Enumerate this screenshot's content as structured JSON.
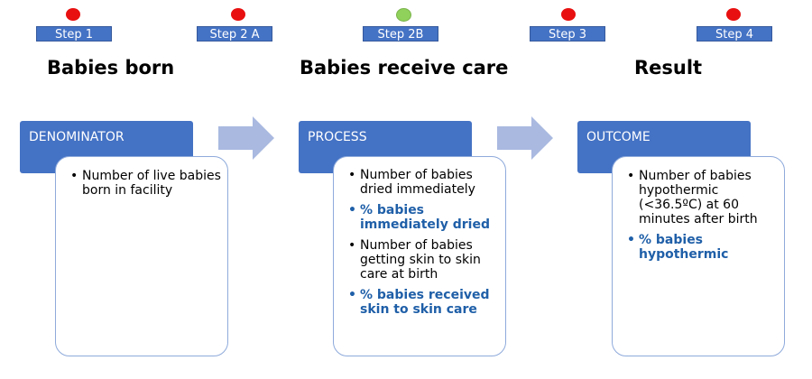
{
  "steps": [
    {
      "label": "Step 1",
      "status_color": "#e81010",
      "active": false
    },
    {
      "label": "Step 2 A",
      "status_color": "#e81010",
      "active": false
    },
    {
      "label": "Step 2B",
      "status_color": "#8fd15a",
      "active": true
    },
    {
      "label": "Step 3",
      "status_color": "#e81010",
      "active": false
    },
    {
      "label": "Step 4",
      "status_color": "#e81010",
      "active": false
    }
  ],
  "stages": [
    {
      "title": "Babies born",
      "header": "DENOMINATOR",
      "items": [
        {
          "text": "Number of live babies born in facility",
          "highlight": false
        }
      ]
    },
    {
      "title": "Babies receive care",
      "header": "PROCESS",
      "items": [
        {
          "text": "Number of babies dried immediately",
          "highlight": false
        },
        {
          "text": "% babies immediately dried",
          "highlight": true
        },
        {
          "text": "Number of babies getting skin to skin care at birth",
          "highlight": false
        },
        {
          "text": "% babies received skin to skin care",
          "highlight": true
        }
      ]
    },
    {
      "title": "Result",
      "header": "OUTCOME",
      "items": [
        {
          "text": "Number of babies hypothermic (<36.5ºC) at 60 minutes after birth",
          "highlight": false
        },
        {
          "text": "% babies hypothermic",
          "highlight": true
        }
      ]
    }
  ],
  "colors": {
    "header_blue": "#4472c4",
    "highlight_text": "#1f5fa8",
    "arrow_fill": "#a9b9e0",
    "box_border": "#8eaadb"
  },
  "icons": {
    "flow_arrow": "right-block-arrow-icon"
  }
}
